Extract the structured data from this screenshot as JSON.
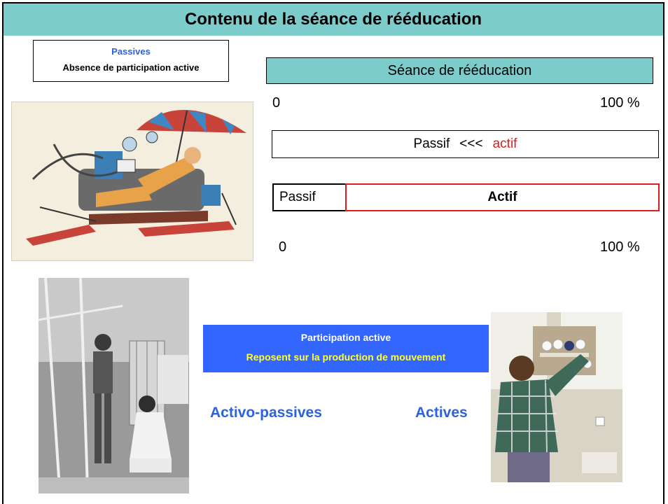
{
  "slide": {
    "title": "Contenu de la séance de rééducation",
    "passives": {
      "heading": "Passives",
      "subtitle": "Absence de participation active"
    },
    "seance_bar_label": "Séance de rééducation",
    "scale_top": {
      "start": "0",
      "end": "100 %"
    },
    "passif_actif_line": {
      "passif": "Passif",
      "arrows": "<<<",
      "actif": "actif"
    },
    "split_bar": {
      "passif": "Passif",
      "actif": "Actif"
    },
    "scale_bottom": {
      "start": "0",
      "end": "100 %"
    },
    "participation": {
      "heading": "Participation active",
      "subtitle": "Reposent sur la production de mouvement"
    },
    "activo_passives": "Activo-passives",
    "actives": "Actives"
  },
  "images": [
    {
      "name": "contraption-illustration",
      "description_icon": "illustration-icon"
    },
    {
      "name": "gait-training-photo",
      "description_icon": "photo-icon"
    },
    {
      "name": "kitchen-cupboard-photo",
      "description_icon": "photo-icon"
    }
  ],
  "colors": {
    "title_bg": "#7ccccc",
    "accent_blue": "#2b62e0",
    "participation_bg": "#3366ff",
    "participation_sub": "#ffff33",
    "red": "#e01b1b"
  }
}
